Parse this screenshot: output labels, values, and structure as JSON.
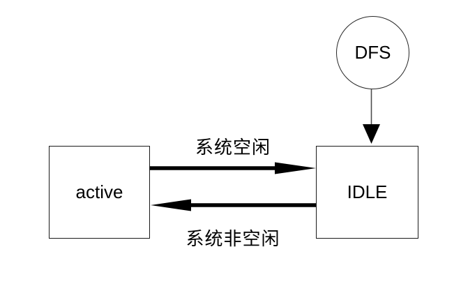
{
  "diagram": {
    "background_color": "#ffffff",
    "line_color": "#000000",
    "connector_color": "#4d4d4d",
    "nodes": [
      {
        "id": "dfs",
        "label": "DFS",
        "shape": "circle"
      },
      {
        "id": "active",
        "label": "active",
        "shape": "rect"
      },
      {
        "id": "idle",
        "label": "IDLE",
        "shape": "rect"
      }
    ],
    "edges": [
      {
        "from": "dfs",
        "to": "idle",
        "label": "",
        "style": "thin-down-arrow"
      },
      {
        "from": "active",
        "to": "idle",
        "label": "系统空闲",
        "style": "thick-right-arrow"
      },
      {
        "from": "idle",
        "to": "active",
        "label": "系统非空闲",
        "style": "thick-left-arrow"
      }
    ]
  }
}
